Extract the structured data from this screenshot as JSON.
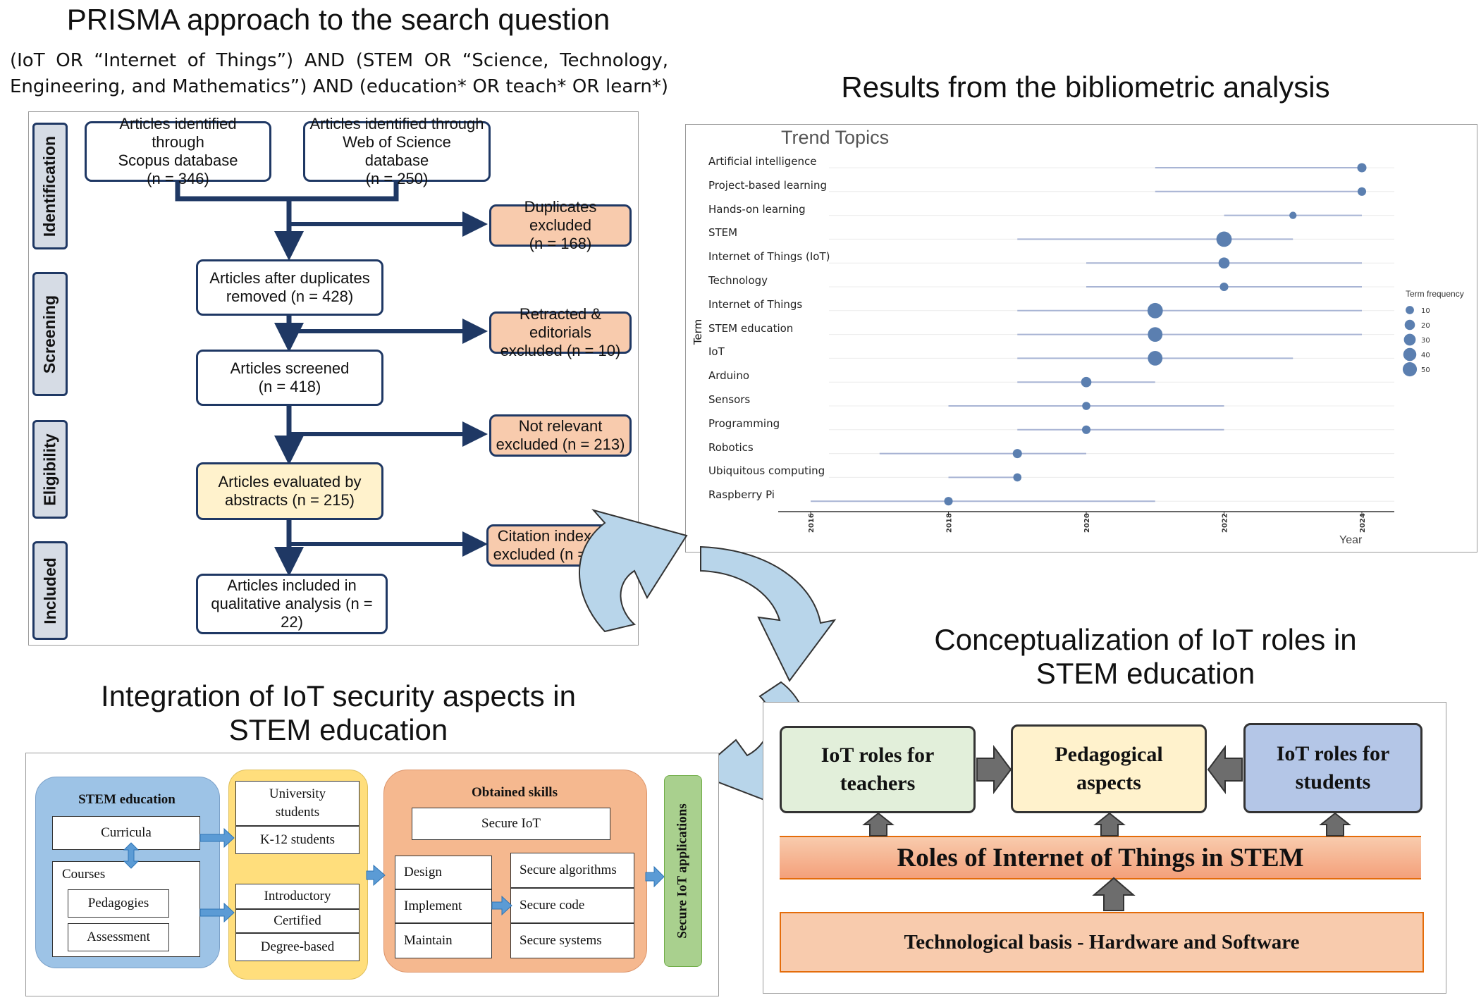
{
  "prisma": {
    "title": "PRISMA approach to the search question",
    "query_line1": "(IoT OR “Internet of Things”) AND (STEM OR “Science, Technology,",
    "query_line2": "Engineering, and Mathematics”) AND (education* OR teach* OR learn*)",
    "stages": [
      "Identification",
      "Screening",
      "Eligibility",
      "Included"
    ],
    "boxes": {
      "scopus": "Articles identified through\nScopus database\n(n = 346)",
      "wos": "Articles identified through\nWeb of Science database\n(n = 250)",
      "after_duplicates": "Articles after duplicates\nremoved (n = 428)",
      "screened": "Articles screened\n(n = 418)",
      "evaluated": "Articles evaluated by\nabstracts (n = 215)",
      "included": "Articles included in\nqualitative analysis (n = 22)",
      "duplicates": "Duplicates excluded\n(n = 168)",
      "retracted": "Retracted & editorials\nexcluded (n = 10)",
      "not_relevant": "Not relevant\nexcluded (n = 213)",
      "citation": "Citation index < 9\nexcluded (n = 193)"
    }
  },
  "bibliometric": {
    "title": "Results from the bibliometric analysis",
    "chart_data": {
      "type": "scatter",
      "title": "Trend Topics",
      "xlabel": "Year",
      "ylabel": "Term",
      "xlim": [
        2016,
        2024
      ],
      "x_ticks": [
        "2016",
        "2018",
        "2020",
        "2022",
        "2024"
      ],
      "legend_title": "Term frequency",
      "legend_sizes": [
        10,
        20,
        30,
        40,
        50
      ],
      "point_color": "#5b7fb0",
      "line_color": "#a8b4d4",
      "terms": [
        {
          "term": "Artificial intelligence",
          "start": 2021,
          "median": 2024,
          "end": 2024,
          "freq": 8
        },
        {
          "term": "Project-based learning",
          "start": 2021,
          "median": 2024,
          "end": 2024,
          "freq": 6
        },
        {
          "term": "Hands-on learning",
          "start": 2022,
          "median": 2023,
          "end": 2024,
          "freq": 3
        },
        {
          "term": "STEM",
          "start": 2019,
          "median": 2022,
          "end": 2023,
          "freq": 40
        },
        {
          "term": "Internet of Things (IoT)",
          "start": 2020,
          "median": 2022,
          "end": 2024,
          "freq": 15
        },
        {
          "term": "Technology",
          "start": 2020,
          "median": 2022,
          "end": 2024,
          "freq": 6
        },
        {
          "term": "Internet of Things",
          "start": 2019,
          "median": 2021,
          "end": 2024,
          "freq": 40
        },
        {
          "term": "STEM education",
          "start": 2019,
          "median": 2021,
          "end": 2024,
          "freq": 35
        },
        {
          "term": "IoT",
          "start": 2019,
          "median": 2021,
          "end": 2023,
          "freq": 35
        },
        {
          "term": "Arduino",
          "start": 2019,
          "median": 2020,
          "end": 2021,
          "freq": 12
        },
        {
          "term": "Sensors",
          "start": 2018,
          "median": 2020,
          "end": 2022,
          "freq": 5
        },
        {
          "term": "Programming",
          "start": 2019,
          "median": 2020,
          "end": 2022,
          "freq": 6
        },
        {
          "term": "Robotics",
          "start": 2017,
          "median": 2019,
          "end": 2020,
          "freq": 8
        },
        {
          "term": "Ubiquitous computing",
          "start": 2018,
          "median": 2019,
          "end": 2019,
          "freq": 5
        },
        {
          "term": "Raspberry Pi",
          "start": 2016,
          "median": 2018,
          "end": 2021,
          "freq": 6
        }
      ]
    }
  },
  "security": {
    "title_line1": "Integration of IoT security aspects in",
    "title_line2": "STEM education",
    "stem_education": "STEM education",
    "curricula": "Curricula",
    "courses": "Courses",
    "pedagogies": "Pedagogies",
    "assessment": "Assessment",
    "university_students": "University\nstudents",
    "k12": "K-12 students",
    "introductory": "Introductory",
    "certified": "Certified",
    "degree_based": "Degree-based",
    "obtained_skills": "Obtained skills",
    "secure_iot": "Secure IoT",
    "design": "Design",
    "implement": "Implement",
    "maintain": "Maintain",
    "secure_algorithms": "Secure algorithms",
    "secure_code": "Secure code",
    "secure_systems": "Secure systems",
    "secure_apps": "Secure IoT applications"
  },
  "concept": {
    "title_line1": "Conceptualization of IoT roles in",
    "title_line2": "STEM education",
    "teachers": "IoT roles for\nteachers",
    "pedagogical": "Pedagogical\naspects",
    "students": "IoT roles for\nstudents",
    "roles": "Roles of Internet of Things in STEM",
    "basis": "Technological basis - Hardware and Software",
    "colors": {
      "teachers": "#e2efda",
      "pedagogical": "#fff2cc",
      "students": "#b4c6e7",
      "roles": "#f4b183",
      "basis": "#f8cbad"
    }
  }
}
